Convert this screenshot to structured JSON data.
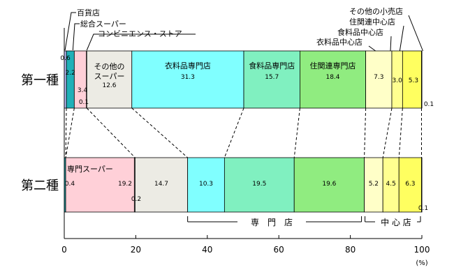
{
  "chart_data": {
    "type": "bar",
    "orientation": "horizontal",
    "stacked": true,
    "unit": "(%)",
    "xlim": [
      0,
      100
    ],
    "x_ticks": [
      "0",
      "20",
      "40",
      "60",
      "80",
      "100"
    ],
    "rows": [
      {
        "label": "第一種",
        "segments": [
          {
            "value": 0.6,
            "label": "0.6",
            "color": "#c0c0ff"
          },
          {
            "value": 2.2,
            "label": "2.2",
            "color": "#20b0b8"
          },
          {
            "value": 3.4,
            "label": "3.4",
            "color": "#ffd0d8"
          },
          {
            "value": 0.1,
            "label": "0.1",
            "color": "#a0a0a0"
          },
          {
            "value": 12.6,
            "label": "12.6",
            "name": "その他の\nスーパー",
            "color": "#ecebe4"
          },
          {
            "value": 31.3,
            "label": "31.3",
            "name": "衣料品専門店",
            "color": "#80ffff"
          },
          {
            "value": 15.7,
            "label": "15.7",
            "name": "食料品専門店",
            "color": "#80f0c0"
          },
          {
            "value": 18.4,
            "label": "18.4",
            "name": "住関連専門店",
            "color": "#90ec80"
          },
          {
            "value": 7.3,
            "label": "7.3",
            "color": "#ffffc8"
          },
          {
            "value": 3.0,
            "label": "3.0",
            "color": "#ffff90"
          },
          {
            "value": 5.3,
            "label": "5.3",
            "color": "#ffff60"
          },
          {
            "value": 0.1,
            "label": "0.1",
            "color": "#ffff30"
          }
        ]
      },
      {
        "label": "第二種",
        "segments": [
          {
            "value": 0.4,
            "label": "0.4",
            "color": "#20b0b8"
          },
          {
            "value": 19.2,
            "label": "19.2",
            "name": "専門スーパー",
            "color": "#ffd0d8"
          },
          {
            "value": 0.2,
            "label": "0.2",
            "color": "#a0a0a0"
          },
          {
            "value": 14.7,
            "label": "14.7",
            "color": "#ecebe4"
          },
          {
            "value": 10.3,
            "label": "10.3",
            "color": "#80ffff"
          },
          {
            "value": 19.5,
            "label": "19.5",
            "color": "#80f0c0"
          },
          {
            "value": 19.6,
            "label": "19.6",
            "color": "#90ec80"
          },
          {
            "value": 5.2,
            "label": "5.2",
            "color": "#ffffc8"
          },
          {
            "value": 4.5,
            "label": "4.5",
            "color": "#ffff90"
          },
          {
            "value": 6.3,
            "label": "6.3",
            "color": "#ffff60"
          },
          {
            "value": 0.1,
            "label": "0.1",
            "color": "#ffff30"
          }
        ]
      }
    ],
    "callouts": [
      "百貨店",
      "総合スーパー",
      "コンビニエンス・ストア",
      "その他の小売店",
      "住関連中心店",
      "食料品中心店",
      "衣料品中心店"
    ],
    "brackets": [
      "専　門　店",
      "中 心 店"
    ]
  }
}
